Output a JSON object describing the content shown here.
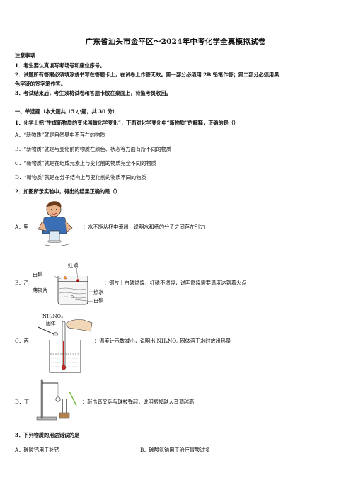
{
  "header": {
    "title": "广东省汕头市金平区～2024年中考化学全真模拟试卷"
  },
  "notice": {
    "heading": "注意事项",
    "items": [
      "1．考生要认真填写考场号和座位序号。",
      "2．试题所有答案必须填涂或书写在答题卡上，在试卷上作答无效。第一部分必须用 2B 铅笔作答；第二部分必须用黑",
      "色字迹的签字笔作答。",
      "3．考试结束后，考生须将试卷和答题卡放在桌面上，待监考员收回。"
    ]
  },
  "section1": {
    "heading": "一、单选题（本大题共 15 小题，共 30 分）"
  },
  "q1": {
    "stem": "1．化学上把“生成新物质的变化叫做化学变化”，下面对化学变化中“新物质”的解释，正确的是（）",
    "options": [
      "A．“新物质”就是自然界中不存在的物质",
      "B．“新物质”就是与变化前的物质在颜色、状态等方面有所不同的物质",
      "C．“新物质”就是在组成元素上与变化前的物质完全不同的物质",
      "D．“新物质”就是在分子结构上与变化前的物质不同的物质"
    ]
  },
  "q2": {
    "stem": "2．如图所示实验中，得出的结果正确的是（）",
    "a": {
      "label": "A．甲",
      "text": "：水不能从杯中流出，说明水和纸的分子之间存在引力"
    },
    "b": {
      "label": "B．乙",
      "text": "：铜片上白磷燃烧，红磷不燃烧，说明燃烧需要温度达到着火点",
      "fig_labels": {
        "red_p": "红磷",
        "white_p": "白磷",
        "copper": "薄铜片",
        "hot_water": "热水",
        "white_p2": "白磷"
      }
    },
    "c": {
      "label": "C．丙",
      "text": "：温度计示数减小，说明出 NH₄NO₃ 固体溶于水时放出热量",
      "fig_labels": {
        "formula": "NH₄NO₃",
        "solid": "固体"
      }
    },
    "d": {
      "label": "D．丁",
      "text": "：敲击音叉乒乓球被弹起，说明振幅越大音调越高"
    }
  },
  "q3": {
    "stem": "3．下列物质的用途错误的是",
    "options": [
      "A．碳酸钙用于补钙",
      "B．碳酸氢钠用于治疗胃酸过多"
    ]
  }
}
